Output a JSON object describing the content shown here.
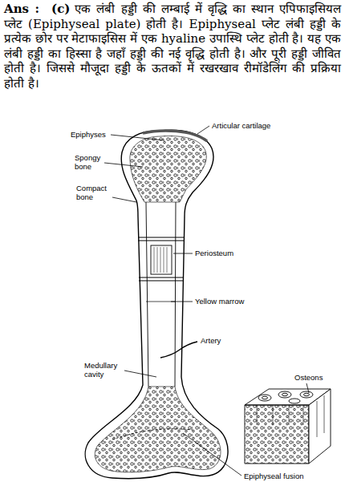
{
  "diagram": {
    "labels": [
      "Ans :  (c)",
      "एक लंबी हड्डी की लम्बाई में वृद्धि का स्थान एपिफाइसियल प्लेट (Epiphyseal plate) होती है। Epiphyseal प्लेट लंबी हड्डी के प्रत्येक छोर पर मेटाफाइसिस में एक hyaline उपास्थि प्लेट होती है। यह एक लंबी हड्डी का हिस्सा है जहाँ हड्डी की नई वृद्धि होती है। और पूरी हड्डी जीवित होती है। जिससे मौजूदा हड्डी के ऊतकों में रखरखाव रीमॉडेलिंग की प्रक्रिया होती है।",
      "Epiphyses",
      "Articular cartilage",
      "Spongy bone",
      "Compact bone",
      "Periosteum",
      "Yellow marrow",
      "Artery",
      "Medullary cavity",
      "Osteons",
      "Epiphyseal fusion"
    ]
  }
}
